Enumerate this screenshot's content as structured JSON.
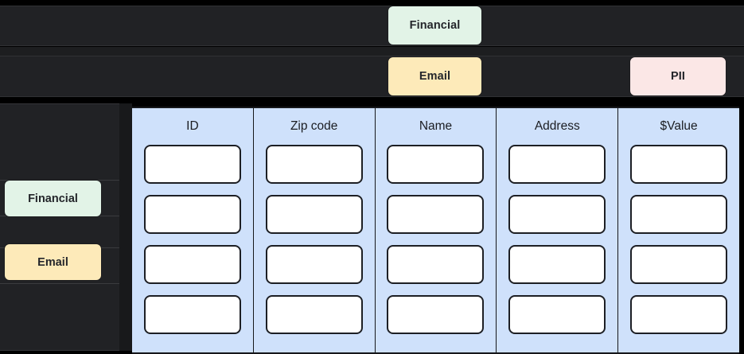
{
  "tag_strips": [
    {
      "row_index": 1,
      "tags": [
        {
          "label": "Financial",
          "color": "#e2f3e7",
          "name": "tag-financial"
        }
      ]
    },
    {
      "row_index": 2,
      "tags": [
        {
          "label": "Email",
          "color": "#fdeab9",
          "name": "tag-email"
        },
        {
          "label": "PII",
          "color": "#fbe7e6",
          "name": "tag-pii"
        }
      ]
    }
  ],
  "sidebar": {
    "chips": [
      {
        "label": "Financial",
        "color": "#e2f3e7"
      },
      {
        "label": "Email",
        "color": "#fdeab9"
      }
    ]
  },
  "table": {
    "columns": [
      {
        "header": "ID"
      },
      {
        "header": "Zip code"
      },
      {
        "header": "Name"
      },
      {
        "header": "Address"
      },
      {
        "header": "$Value"
      }
    ],
    "row_count": 4,
    "cell_value": "",
    "colors": {
      "column_background": "#cfe1fb",
      "cell_background": "#ffffff",
      "cell_border": "#1d1f24"
    }
  },
  "theme": {
    "page_background": "#000000",
    "panel_background": "#212225",
    "accent_financial": "#e2f3e7",
    "accent_email": "#fdeab9",
    "accent_pii": "#fbe7e6",
    "accent_table": "#cfe1fb"
  }
}
